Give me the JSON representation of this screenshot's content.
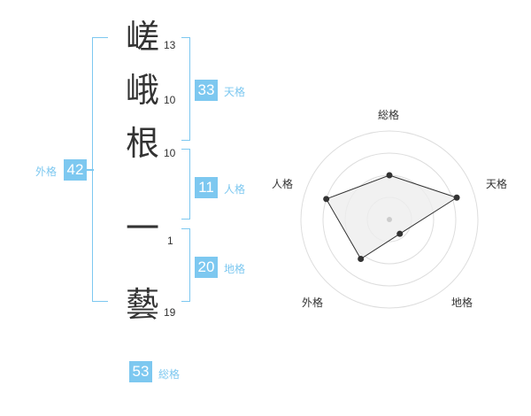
{
  "name_chars": [
    {
      "char": "嵯",
      "strokes": "13"
    },
    {
      "char": "峨",
      "strokes": "10"
    },
    {
      "char": "根",
      "strokes": "10"
    },
    {
      "char": "一",
      "strokes": "1"
    },
    {
      "char": "藝",
      "strokes": "19"
    }
  ],
  "scores": {
    "tenkaku": {
      "value": "33",
      "label": "天格"
    },
    "jinkaku": {
      "value": "11",
      "label": "人格"
    },
    "chikaku": {
      "value": "20",
      "label": "地格"
    },
    "gaikaku": {
      "value": "42",
      "label": "外格"
    },
    "soukaku": {
      "value": "53",
      "label": "総格"
    }
  },
  "colors": {
    "accent": "#7dc8f0",
    "text": "#333333",
    "radar_fill": "#eeeeee",
    "ring": "#dddddd"
  },
  "chart_data": {
    "type": "radar",
    "axes": [
      "総格",
      "天格",
      "地格",
      "外格",
      "人格"
    ],
    "values": [
      0.5,
      0.8,
      0.2,
      0.55,
      0.75
    ],
    "max": 1
  }
}
